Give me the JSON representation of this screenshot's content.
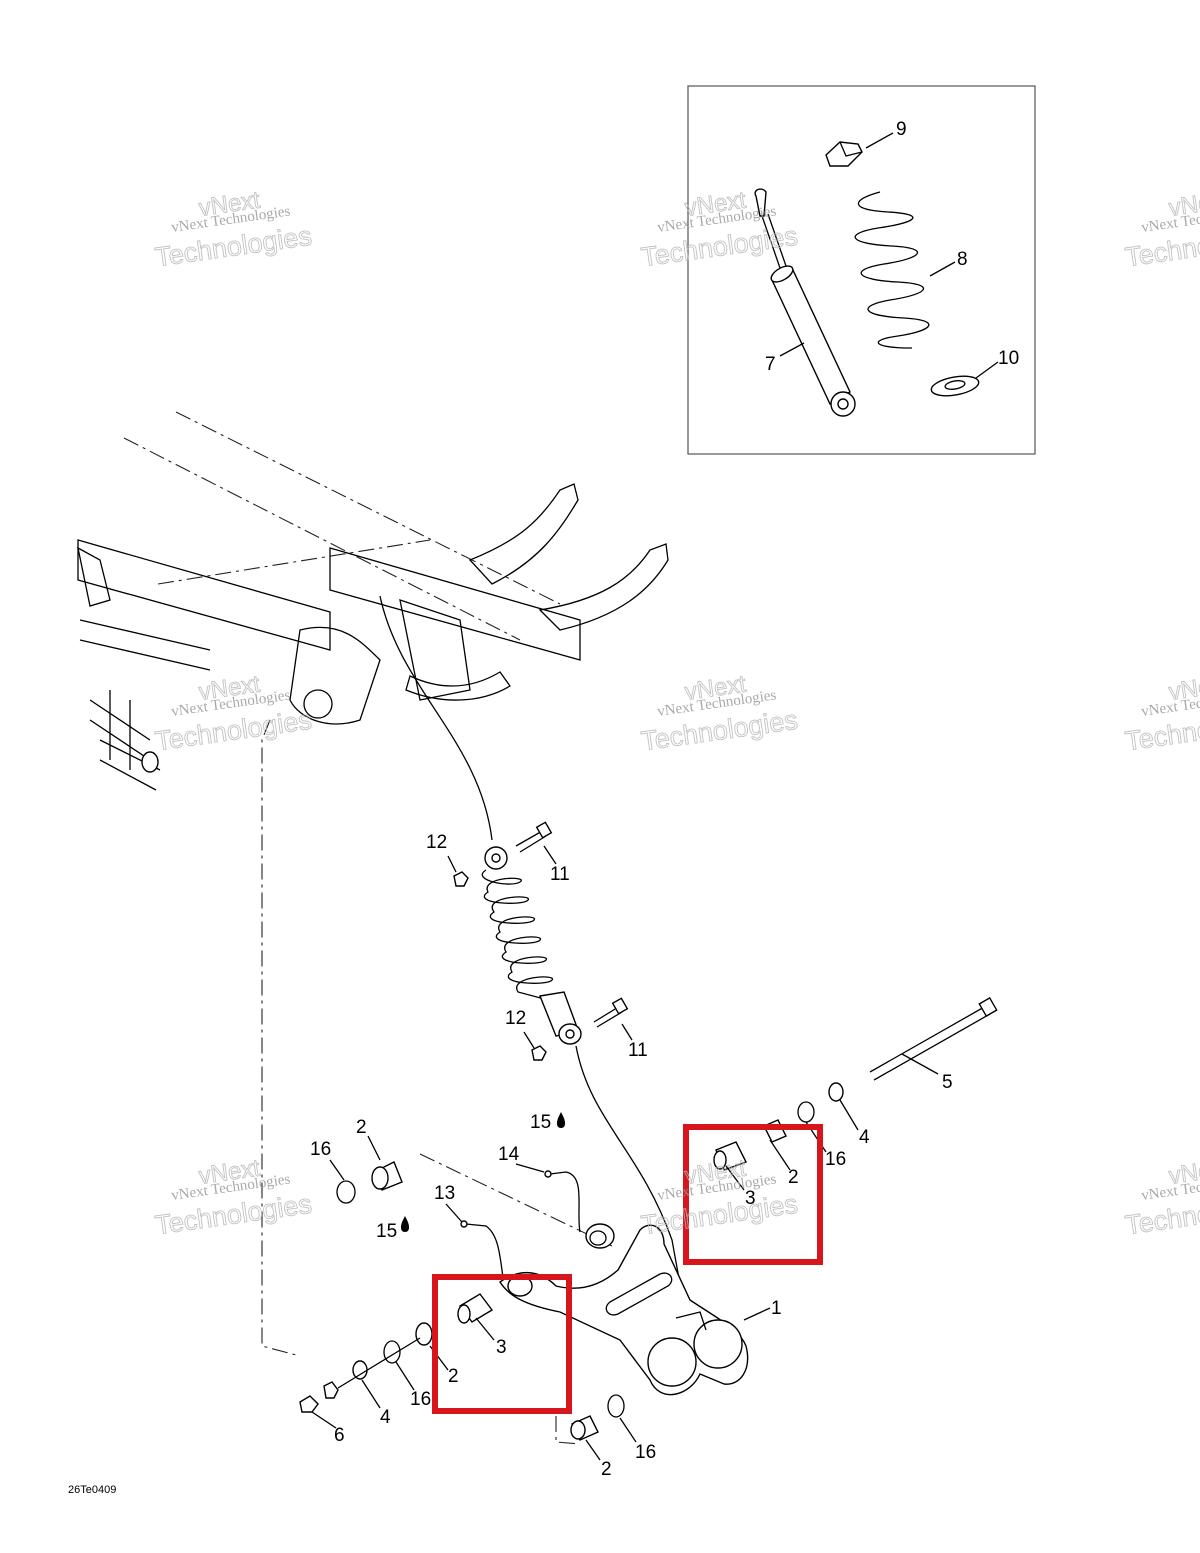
{
  "drawing_ref": "26Te0409",
  "watermark": {
    "line1": "vNext Technologies",
    "line2": "Technologies",
    "big": "vNext"
  },
  "callouts": [
    {
      "id": "c9",
      "label": "9"
    },
    {
      "id": "c8",
      "label": "8"
    },
    {
      "id": "c7",
      "label": "7"
    },
    {
      "id": "c10",
      "label": "10"
    },
    {
      "id": "c12a",
      "label": "12"
    },
    {
      "id": "c11a",
      "label": "11"
    },
    {
      "id": "c12b",
      "label": "12"
    },
    {
      "id": "c11b",
      "label": "11"
    },
    {
      "id": "c5",
      "label": "5"
    },
    {
      "id": "c4a",
      "label": "4"
    },
    {
      "id": "c16a",
      "label": "16"
    },
    {
      "id": "c15a",
      "label": "15"
    },
    {
      "id": "c14",
      "label": "14"
    },
    {
      "id": "c2a",
      "label": "2"
    },
    {
      "id": "c3a",
      "label": "3"
    },
    {
      "id": "c2b",
      "label": "2"
    },
    {
      "id": "c16b",
      "label": "16"
    },
    {
      "id": "c13",
      "label": "13"
    },
    {
      "id": "c15b",
      "label": "15"
    },
    {
      "id": "c1",
      "label": "1"
    },
    {
      "id": "c3b",
      "label": "3"
    },
    {
      "id": "c2c",
      "label": "2"
    },
    {
      "id": "c16c",
      "label": "16"
    },
    {
      "id": "c4b",
      "label": "4"
    },
    {
      "id": "c6",
      "label": "6"
    },
    {
      "id": "c2d",
      "label": "2"
    },
    {
      "id": "c16d",
      "label": "16"
    }
  ],
  "highlight_color": "#d8141c"
}
